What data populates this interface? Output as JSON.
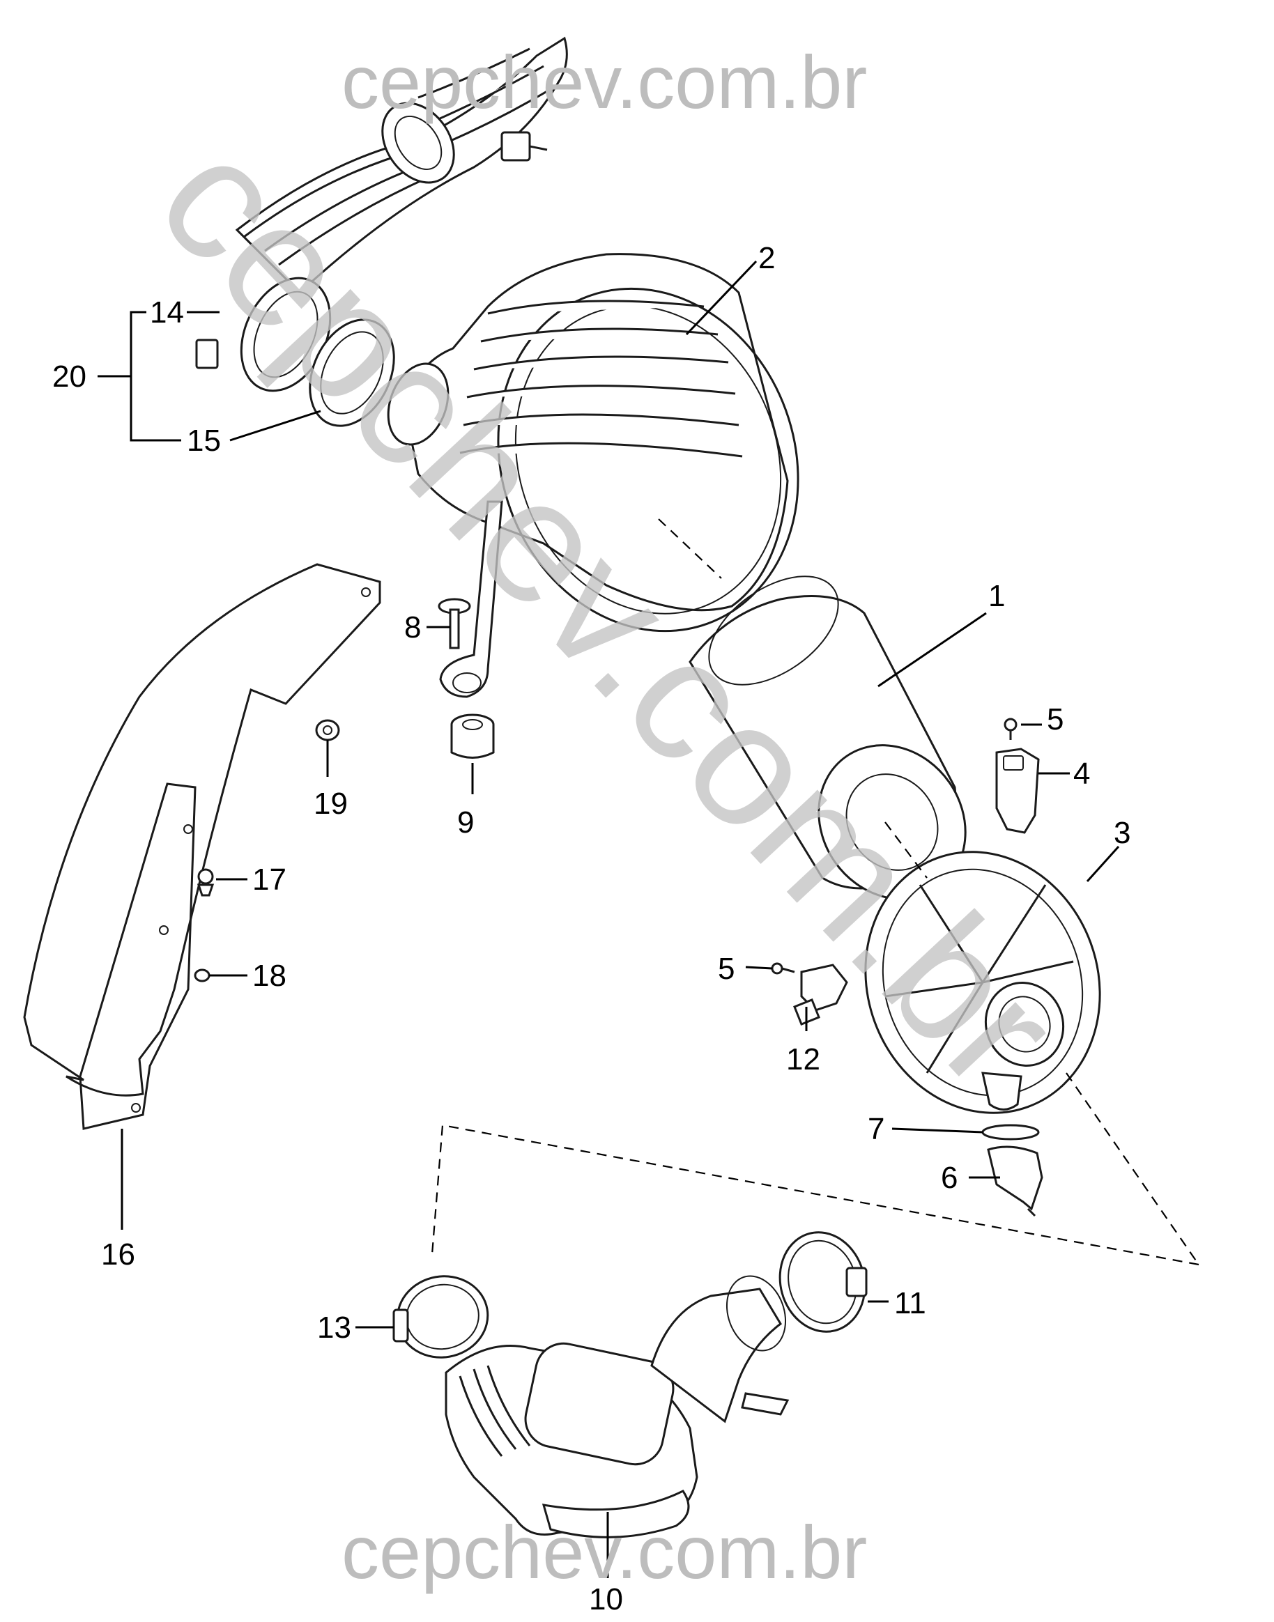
{
  "watermark": {
    "top": "cepchev.com.br",
    "bottom": "cepchev.com.br",
    "diagonal": "cepchev.com.br",
    "color": "#bdbdbd"
  },
  "callouts": {
    "c1": "1",
    "c2": "2",
    "c3": "3",
    "c4": "4",
    "c5a": "5",
    "c5b": "5",
    "c6": "6",
    "c7": "7",
    "c8": "8",
    "c9": "9",
    "c10": "10",
    "c11": "11",
    "c12": "12",
    "c13": "13",
    "c14": "14",
    "c15": "15",
    "c16": "16",
    "c17": "17",
    "c18": "18",
    "c19": "19",
    "c20": "20"
  }
}
